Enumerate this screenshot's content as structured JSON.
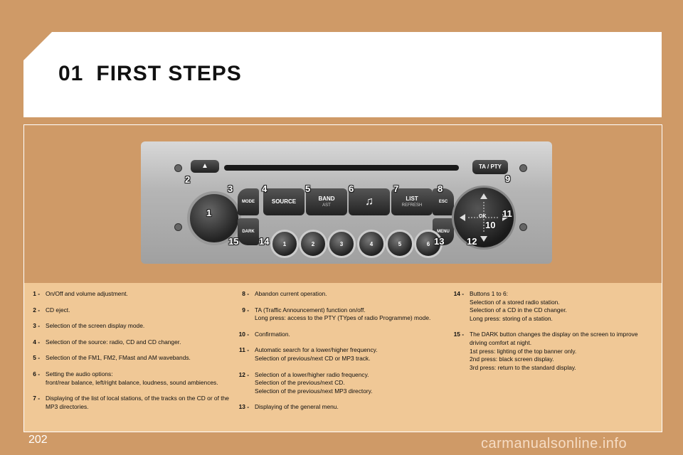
{
  "header": {
    "chapter_number": "01",
    "chapter_title": "FIRST STEPS"
  },
  "radio": {
    "buttons": {
      "ta_pty": "TA / PTY",
      "source": "SOURCE",
      "band": "BAND",
      "band_sub": "AST",
      "music": "♫",
      "list": "LIST",
      "list_sub": "REFRESH",
      "mode": "MODE",
      "dark": "DARK",
      "esc": "ESC",
      "menu": "MENU",
      "ok": "OK",
      "eject": "▲"
    },
    "knob_label": "1",
    "presets": [
      "1",
      "2",
      "3",
      "4",
      "5",
      "6"
    ],
    "callouts": [
      "1",
      "2",
      "3",
      "4",
      "5",
      "6",
      "7",
      "8",
      "9",
      "10",
      "11",
      "12",
      "13",
      "14",
      "15"
    ]
  },
  "legend": {
    "col1": [
      {
        "num": "1 -",
        "text": "On/Off and volume adjustment."
      },
      {
        "num": "2 -",
        "text": "CD eject."
      },
      {
        "num": "3 -",
        "text": "Selection of the screen display mode."
      },
      {
        "num": "4 -",
        "text": "Selection of the source: radio, CD and CD changer."
      },
      {
        "num": "5 -",
        "text": "Selection of the FM1, FM2, FMast and AM wavebands."
      },
      {
        "num": "6 -",
        "text": "Setting the audio options:\nfront/rear balance, left/right balance, loudness, sound ambiences."
      },
      {
        "num": "7 -",
        "text": "Displaying of the list of local stations, of the tracks on the CD or of the MP3 directories."
      }
    ],
    "col2": [
      {
        "num": "8 -",
        "text": "Abandon current operation."
      },
      {
        "num": "9 -",
        "text": "TA (Traffic Announcement) function on/off.\nLong press: access to the PTY (TYpes of radio Programme) mode."
      },
      {
        "num": "10 -",
        "text": "Confirmation."
      },
      {
        "num": "11 -",
        "text": "Automatic search for a lower/higher frequency.\nSelection of previous/next CD or MP3 track."
      },
      {
        "num": "12 -",
        "text": "Selection of a lower/higher radio frequency.\nSelection of the previous/next CD.\nSelection of the previous/next MP3 directory."
      },
      {
        "num": "13 -",
        "text": "Displaying of the general menu."
      }
    ],
    "col3": [
      {
        "num": "14 -",
        "text": "Buttons 1 to 6:\nSelection of a stored radio station.\nSelection of a CD in the CD changer.\nLong press: storing of a station."
      },
      {
        "num": "15 -",
        "text": "The DARK button changes the display on the screen to improve driving comfort at night.\n1st press: lighting of the top banner only.\n2nd press: black screen display.\n3rd press: return to the standard display."
      }
    ]
  },
  "footer": {
    "page_number": "202",
    "watermark": "carmanualsonline.info"
  }
}
